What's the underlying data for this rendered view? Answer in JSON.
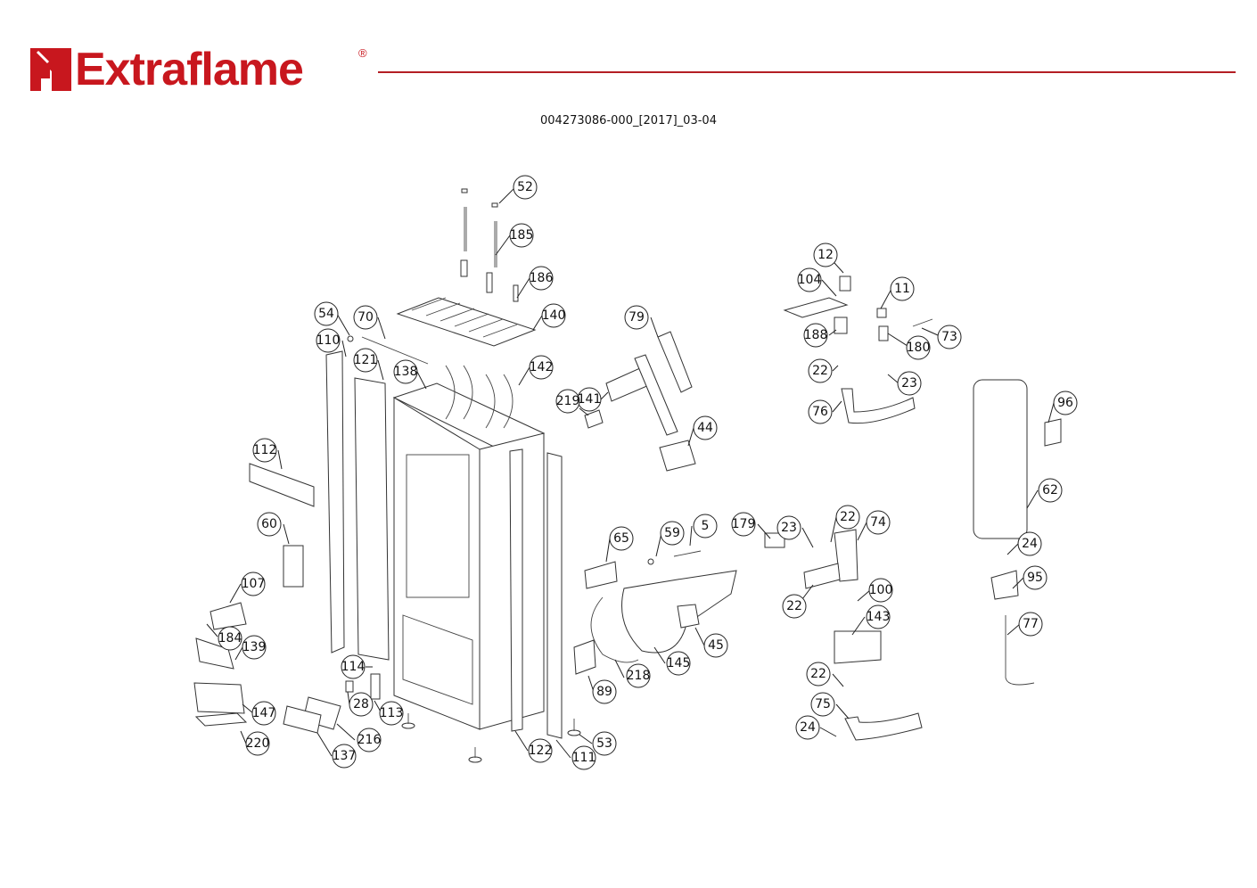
{
  "header": {
    "brand": "Extraflame",
    "registered_mark": "®",
    "brand_color": "#c8171e",
    "rule_color": "#b41e24",
    "document_code": "004273086-000_[2017]_03-04"
  },
  "diagram": {
    "type": "exploded-parts-view",
    "callouts": [
      {
        "id": "52"
      },
      {
        "id": "185"
      },
      {
        "id": "186"
      },
      {
        "id": "140"
      },
      {
        "id": "54"
      },
      {
        "id": "70"
      },
      {
        "id": "110"
      },
      {
        "id": "121"
      },
      {
        "id": "138"
      },
      {
        "id": "142"
      },
      {
        "id": "79"
      },
      {
        "id": "141"
      },
      {
        "id": "219"
      },
      {
        "id": "44"
      },
      {
        "id": "12"
      },
      {
        "id": "104"
      },
      {
        "id": "11"
      },
      {
        "id": "188"
      },
      {
        "id": "180"
      },
      {
        "id": "73"
      },
      {
        "id": "22"
      },
      {
        "id": "23"
      },
      {
        "id": "76"
      },
      {
        "id": "96"
      },
      {
        "id": "62"
      },
      {
        "id": "24"
      },
      {
        "id": "95"
      },
      {
        "id": "77"
      },
      {
        "id": "112"
      },
      {
        "id": "60"
      },
      {
        "id": "107"
      },
      {
        "id": "184"
      },
      {
        "id": "139"
      },
      {
        "id": "147"
      },
      {
        "id": "220"
      },
      {
        "id": "114"
      },
      {
        "id": "28"
      },
      {
        "id": "113"
      },
      {
        "id": "216"
      },
      {
        "id": "137"
      },
      {
        "id": "122"
      },
      {
        "id": "111"
      },
      {
        "id": "53"
      },
      {
        "id": "89"
      },
      {
        "id": "218"
      },
      {
        "id": "145"
      },
      {
        "id": "45"
      },
      {
        "id": "65"
      },
      {
        "id": "59"
      },
      {
        "id": "5"
      },
      {
        "id": "179"
      },
      {
        "id": "23"
      },
      {
        "id": "22"
      },
      {
        "id": "74"
      },
      {
        "id": "100"
      },
      {
        "id": "22"
      },
      {
        "id": "143"
      },
      {
        "id": "22"
      },
      {
        "id": "75"
      },
      {
        "id": "24"
      }
    ]
  }
}
